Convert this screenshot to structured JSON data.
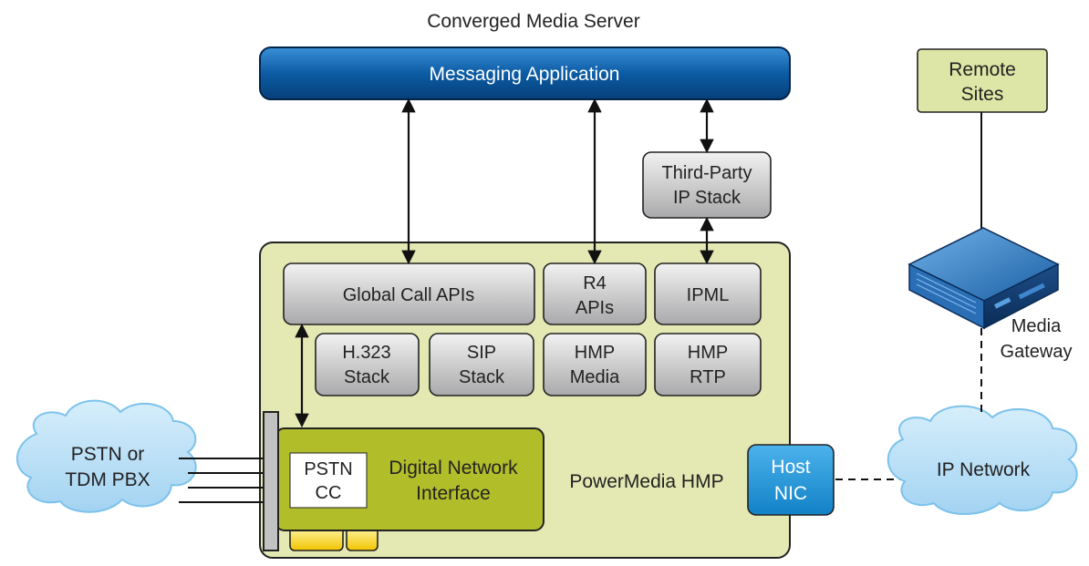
{
  "title": "Converged Media Server",
  "messaging_app": "Messaging Application",
  "third_party": [
    "Third-Party",
    "IP Stack"
  ],
  "global_call": "Global Call APIs",
  "r4_apis": [
    "R4",
    "APIs"
  ],
  "ipml": "IPML",
  "h323": [
    "H.323",
    "Stack"
  ],
  "sip": [
    "SIP",
    "Stack"
  ],
  "hmp_media": [
    "HMP",
    "Media"
  ],
  "hmp_rtp": [
    "HMP",
    "RTP"
  ],
  "pstn_cc": [
    "PSTN",
    "CC"
  ],
  "digital_network": [
    "Digital Network",
    "Interface"
  ],
  "powermedia": "PowerMedia HMP",
  "host_nic": [
    "Host",
    "NIC"
  ],
  "remote_sites": [
    "Remote",
    "Sites"
  ],
  "media_gateway": [
    "Media",
    "Gateway"
  ],
  "pstn_cloud": [
    "PSTN or",
    "TDM PBX"
  ],
  "ip_cloud": "IP Network",
  "colors": {
    "panel_green": "#e4e9b3",
    "card_olive": "#b2bd2a",
    "messaging_blue": "#0a5fa6",
    "nic_blue": "#1f95d8",
    "cloud_blue": "#b5def6",
    "remote_green": "#dde6a6",
    "yellow": "#f2cc00"
  }
}
